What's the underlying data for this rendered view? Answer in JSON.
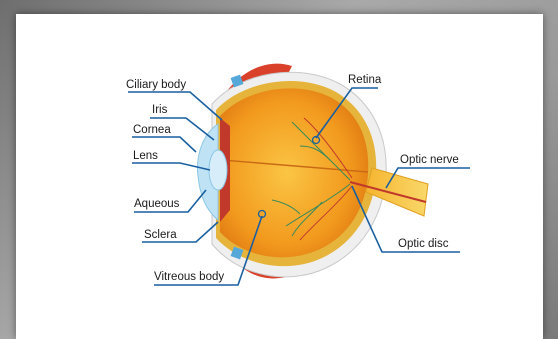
{
  "diagram": {
    "labels": {
      "ciliary_body": "Ciliary body",
      "iris": "Iris",
      "cornea": "Cornea",
      "lens": "Lens",
      "aqueous": "Aqueous",
      "sclera": "Sclera",
      "vitreous_body": "Vitreous body",
      "retina": "Retina",
      "optic_nerve": "Optic nerve",
      "optic_disc": "Optic disc"
    },
    "colors": {
      "leader": "#1a5fa0",
      "label_text": "#1b1b1b",
      "eye_body": "#f0a020",
      "eye_inner": "#f7b733",
      "sclera": "#f2f2f2",
      "cornea": "#bfe3f5",
      "iris": "#c0392b",
      "muscle": "#d9412a",
      "nerve": "#f5c542",
      "vessels": "#3b8a5a"
    }
  }
}
